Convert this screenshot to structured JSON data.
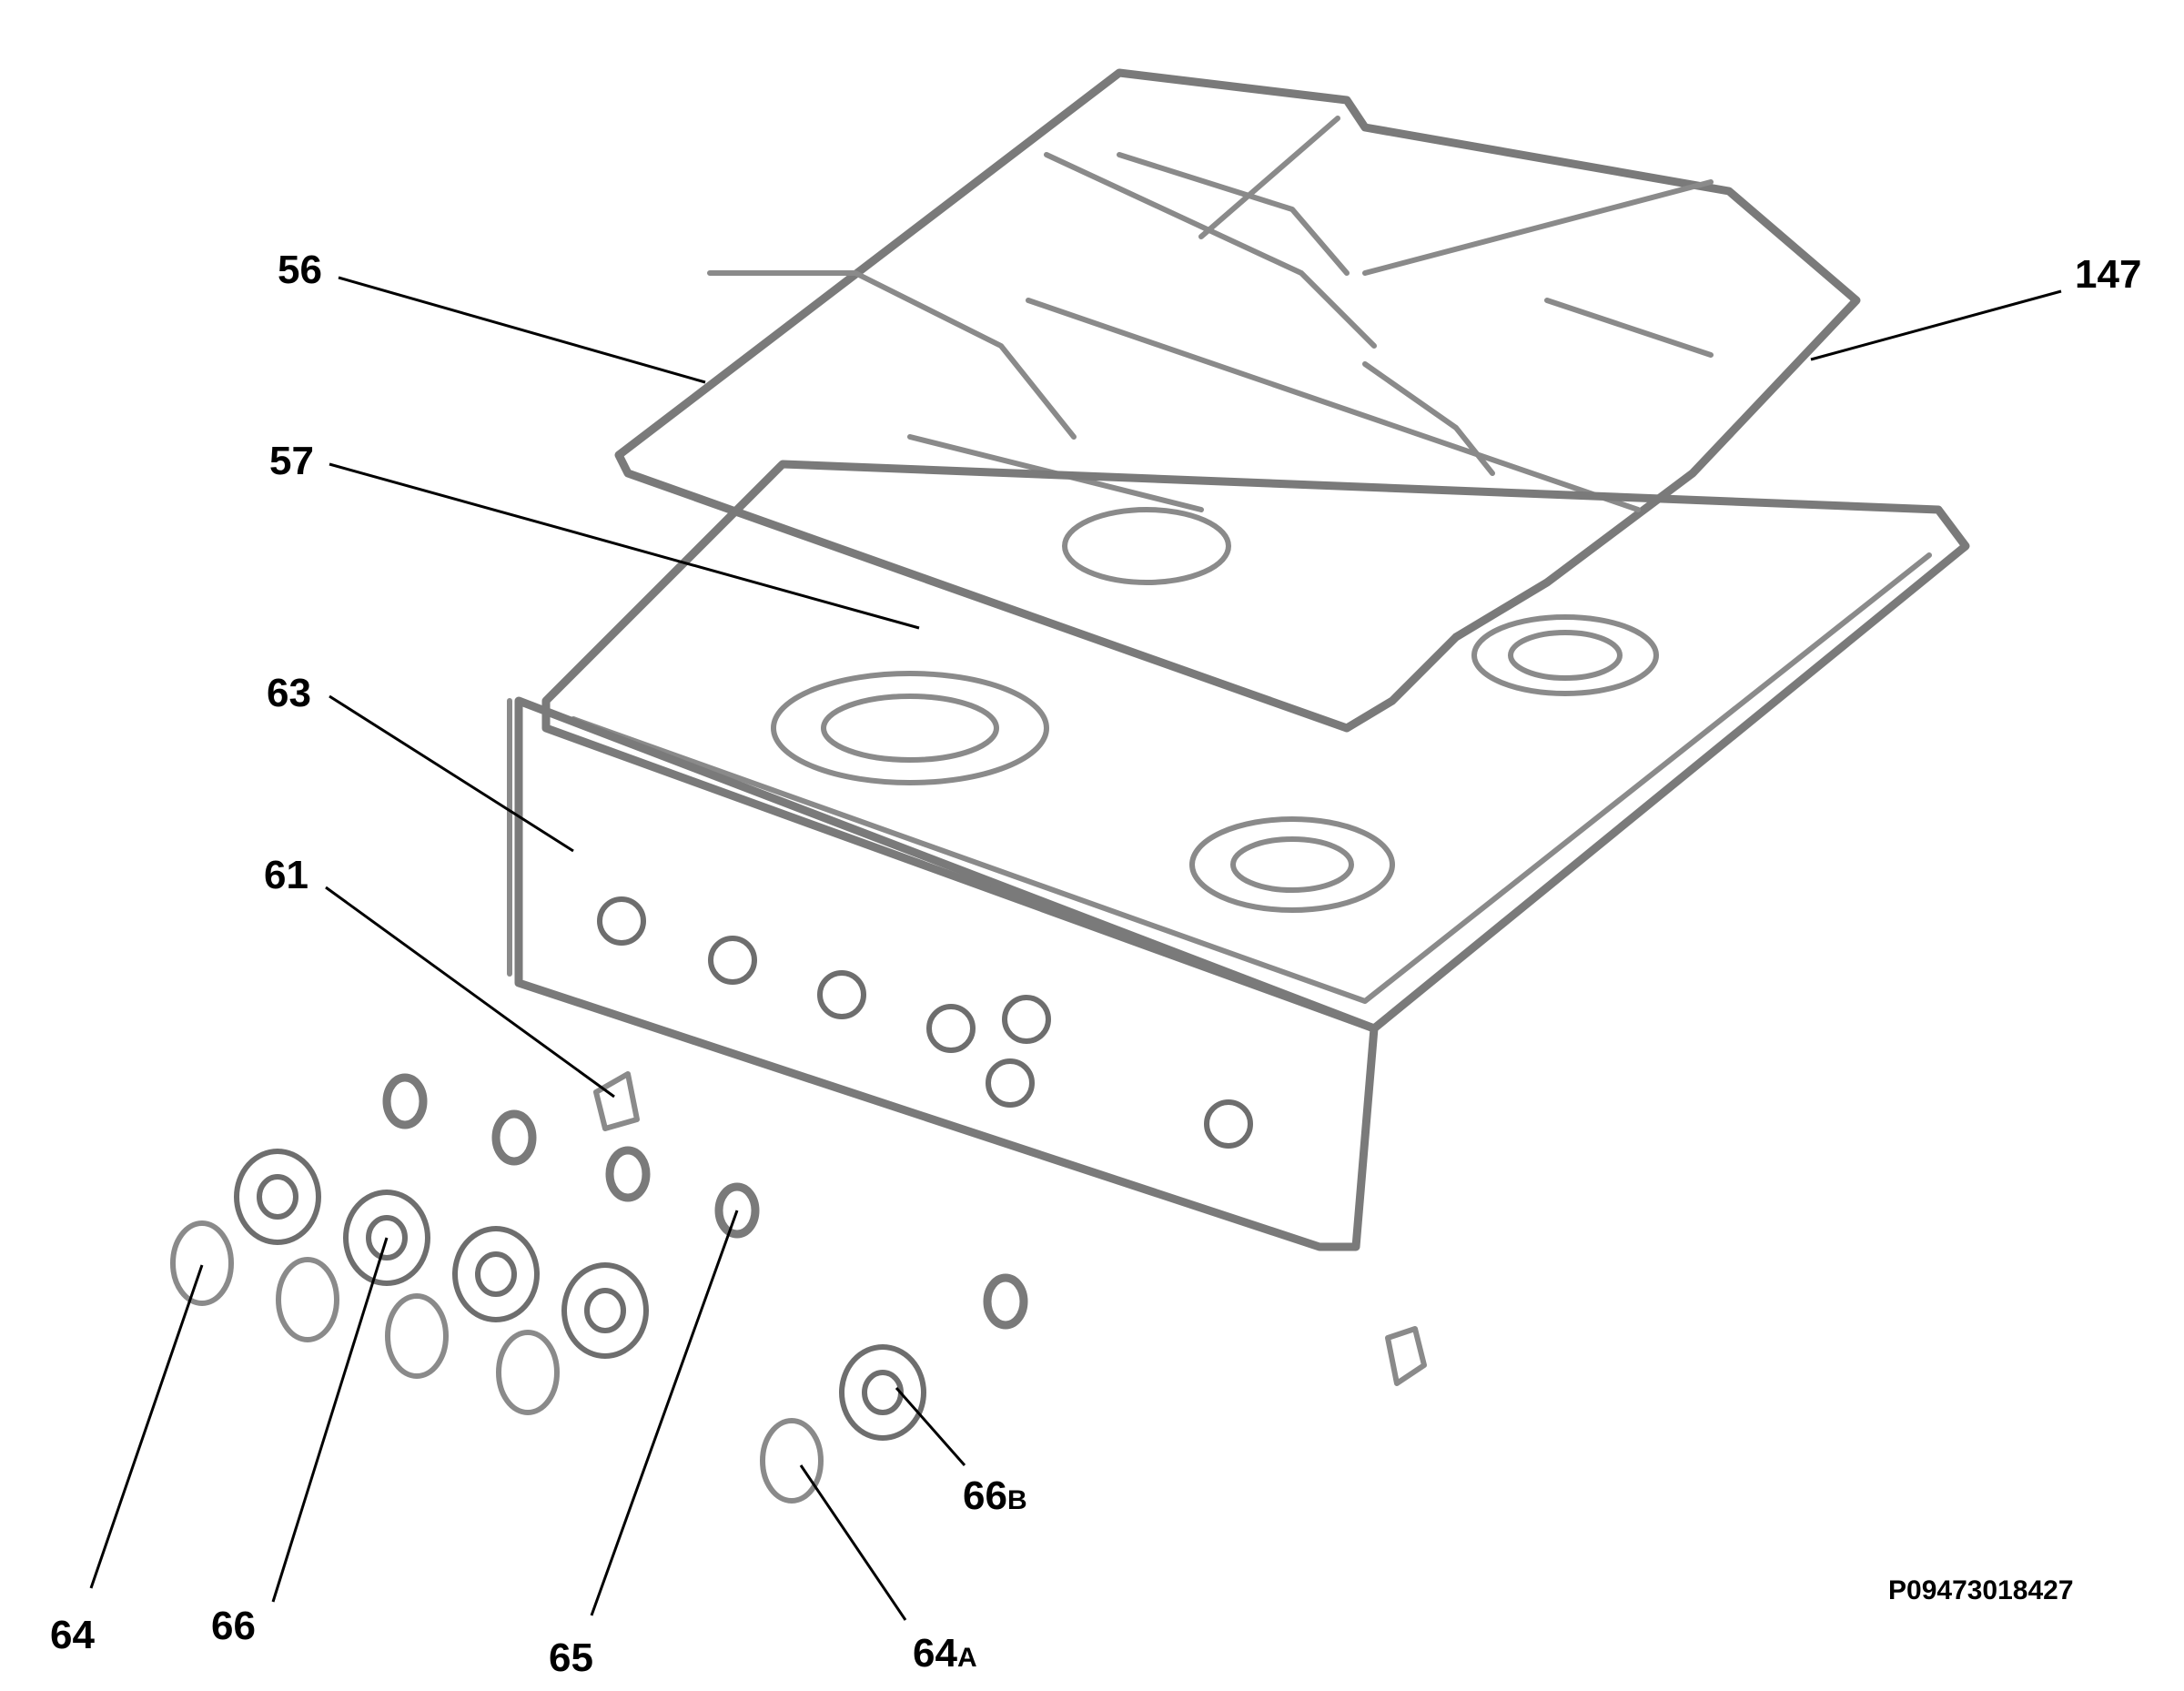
{
  "diagram": {
    "callouts": [
      {
        "id": "56",
        "label": "56",
        "sub": ""
      },
      {
        "id": "57",
        "label": "57",
        "sub": ""
      },
      {
        "id": "63",
        "label": "63",
        "sub": ""
      },
      {
        "id": "61",
        "label": "61",
        "sub": ""
      },
      {
        "id": "147",
        "label": "147",
        "sub": ""
      },
      {
        "id": "64",
        "label": "64",
        "sub": ""
      },
      {
        "id": "66",
        "label": "66",
        "sub": ""
      },
      {
        "id": "65",
        "label": "65",
        "sub": ""
      },
      {
        "id": "66B",
        "label": "66",
        "sub": "B"
      },
      {
        "id": "64A",
        "label": "64",
        "sub": "A"
      }
    ],
    "reference_code": "P09473018427"
  }
}
